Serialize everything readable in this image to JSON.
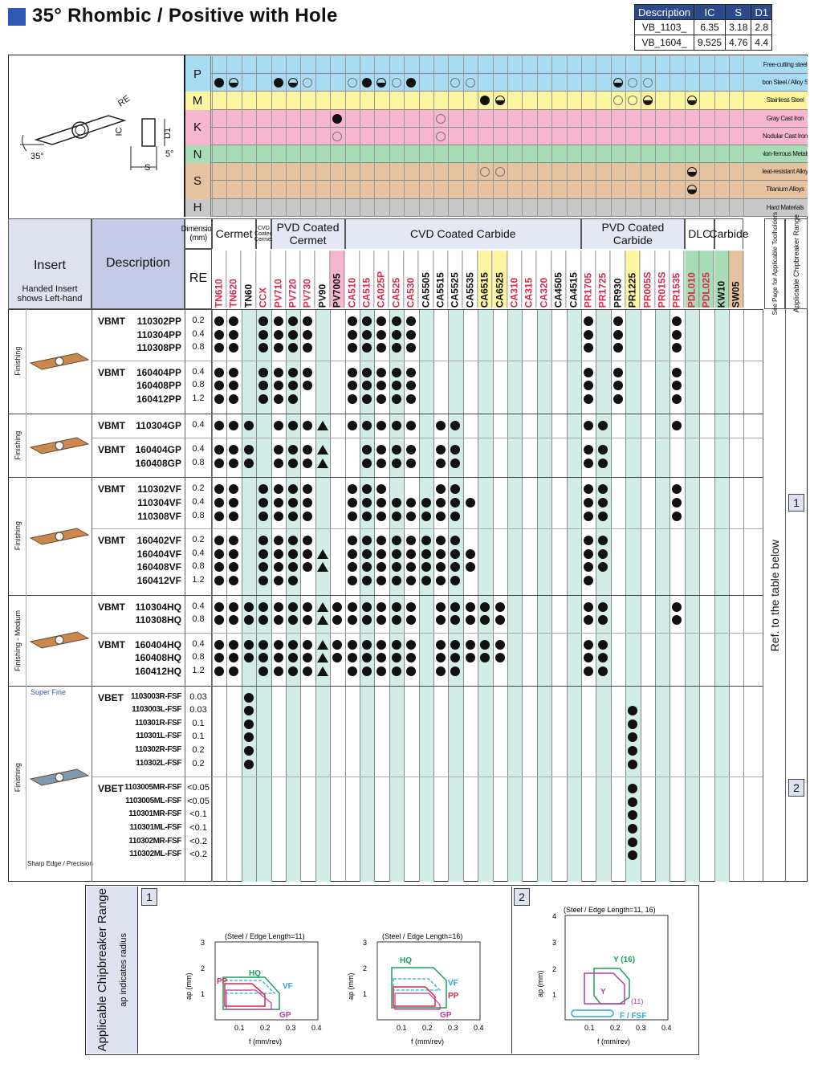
{
  "title": "35° Rhombic / Positive with Hole",
  "dims": {
    "headers": [
      "Description",
      "IC",
      "S",
      "D1"
    ],
    "rows": [
      [
        "VB_1103_",
        "6.35",
        "3.18",
        "2.8"
      ],
      [
        "VB_1604_",
        "9.525",
        "4.76",
        "4.4"
      ]
    ]
  },
  "drawing": {
    "re": "RE",
    "ic": "IC",
    "d1": "D1",
    "s": "S",
    "angle35": "35°",
    "angle5": "5°"
  },
  "iso": [
    {
      "letter": "P",
      "labels": [
        "Free-cutting steel",
        "Carbon Steel / Alloy Steel"
      ],
      "color": "#a8dcf2"
    },
    {
      "letter": "M",
      "labels": [
        "Stainless Steel"
      ],
      "color": "#fdf5a0"
    },
    {
      "letter": "K",
      "labels": [
        "Gray Cast Iron",
        "Nodular Cast Iron"
      ],
      "color": "#f6b6cf"
    },
    {
      "letter": "N",
      "labels": [
        "Non-ferrous Metals"
      ],
      "color": "#a8dcb4"
    },
    {
      "letter": "S",
      "labels": [
        "Heat-resistant Alloys",
        "Titanium Alloys"
      ],
      "color": "#e6c3a0"
    },
    {
      "letter": "H",
      "labels": [
        "Hard Materials"
      ],
      "color": "#c8c8c8"
    }
  ],
  "header": {
    "insert": "Insert",
    "insert_note": "Handed Insert shows Left-hand",
    "description": "Description",
    "dimension": "Dimension (mm)",
    "re": "RE",
    "groups": [
      "Cermet",
      "CVD Coated Cermet",
      "PVD Coated Cermet",
      "CVD Coated Carbide",
      "PVD Coated Carbide",
      "DLC",
      "Carbide"
    ],
    "side1": "See Page for Applicable Toolholders",
    "side2": "Applicable Chipbreaker Range"
  },
  "grades": [
    "TN610",
    "TN620",
    "TN60",
    "CCX",
    "PV710",
    "PV720",
    "PV730",
    "PV90",
    "PV7005",
    "CA510",
    "CA515",
    "CA025P",
    "CA525",
    "CA530",
    "CA5505",
    "CA5515",
    "CA5525",
    "CA5535",
    "CA6515",
    "CA6525",
    "CA310",
    "CA315",
    "CA320",
    "CA4505",
    "CA4515",
    "PR1705",
    "PR1725",
    "PR930",
    "PR1225",
    "PR005S",
    "PR015S",
    "PR1535",
    "PDL010",
    "PDL025",
    "KW10",
    "SW05"
  ],
  "sections": [
    {
      "type": "Finishing",
      "label_top": "",
      "label_bottom": "",
      "groups": [
        {
          "prefix": "VBMT",
          "items": [
            "110302PP",
            "110304PP",
            "110308PP"
          ],
          "re": [
            "0.2",
            "0.4",
            "0.8"
          ]
        },
        {
          "prefix": "VBMT",
          "items": [
            "160404PP",
            "160408PP",
            "160412PP"
          ],
          "re": [
            "0.4",
            "0.8",
            "1.2"
          ]
        }
      ]
    },
    {
      "type": "Finishing",
      "label_top": "",
      "label_bottom": "",
      "groups": [
        {
          "prefix": "VBMT",
          "items": [
            "110304GP"
          ],
          "re": [
            "0.4"
          ]
        },
        {
          "prefix": "VBMT",
          "items": [
            "160404GP",
            "160408GP"
          ],
          "re": [
            "0.4",
            "0.8"
          ]
        }
      ]
    },
    {
      "type": "Finishing",
      "label_top": "",
      "label_bottom": "",
      "groups": [
        {
          "prefix": "VBMT",
          "items": [
            "110302VF",
            "110304VF",
            "110308VF"
          ],
          "re": [
            "0.2",
            "0.4",
            "0.8"
          ]
        },
        {
          "prefix": "VBMT",
          "items": [
            "160402VF",
            "160404VF",
            "160408VF",
            "160412VF"
          ],
          "re": [
            "0.2",
            "0.4",
            "0.8",
            "1.2"
          ]
        }
      ]
    },
    {
      "type": "Finishing - Medium",
      "label_top": "",
      "label_bottom": "",
      "groups": [
        {
          "prefix": "VBMT",
          "items": [
            "110304HQ",
            "110308HQ"
          ],
          "re": [
            "0.4",
            "0.8"
          ]
        },
        {
          "prefix": "VBMT",
          "items": [
            "160404HQ",
            "160408HQ",
            "160412HQ"
          ],
          "re": [
            "0.4",
            "0.8",
            "1.2"
          ]
        }
      ]
    },
    {
      "type": "Finishing",
      "label_top": "Super Fine",
      "label_bottom": "Sharp Edge / Precision",
      "groups": [
        {
          "prefix": "VBET",
          "items": [
            "1103003R-FSF",
            "1103003L-FSF",
            "110301R-FSF",
            "110301L-FSF",
            "110302R-FSF",
            "110302L-FSF"
          ],
          "re": [
            "0.03",
            "0.03",
            "0.1",
            "0.1",
            "0.2",
            "0.2"
          ]
        },
        {
          "prefix": "VBET",
          "items": [
            "1103005MR-FSF",
            "1103005ML-FSF",
            "110301MR-FSF",
            "110301ML-FSF",
            "110302MR-FSF",
            "110302ML-FSF"
          ],
          "re": [
            "<0.05",
            "<0.05",
            "<0.1",
            "<0.1",
            "<0.2",
            "<0.2"
          ]
        }
      ]
    }
  ],
  "ref_text": "Ref. to the table below",
  "chip_refs": [
    "1",
    "2"
  ],
  "lower": {
    "title": "Applicable Chipbreaker Range",
    "subtitle": "ap indicates radius",
    "box1": "1",
    "box2": "2",
    "chart1_title": "(Steel / Edge Length=11)",
    "chart2_title": "(Steel / Edge Length=16)",
    "chart3_title": "(Steel / Edge Length=11, 16)",
    "xlabel": "f (mm/rev)",
    "ylabel": "ap (mm)",
    "labels1": [
      "PP",
      "HQ",
      "VF",
      "GP"
    ],
    "labels2": [
      "HQ",
      "VF",
      "PP",
      "GP"
    ],
    "labels3": [
      "Y (16)",
      "Y",
      "(11)",
      "F / FSF"
    ]
  }
}
